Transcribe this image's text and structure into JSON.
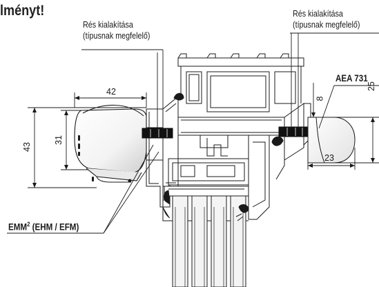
{
  "header": {
    "title": "lményt!"
  },
  "labels": {
    "gap_left_line1": "Rés kialakítása",
    "gap_left_line2": "(típusnak megfelelő)",
    "gap_right_line1": "Rés kialakítása",
    "gap_right_line2": "(típusnak megfelelő)",
    "aea": "AEA 731",
    "emm_prefix": "EMM",
    "emm_sup": "2",
    "emm_suffix": " (EHM / EFM)"
  },
  "dimensions": {
    "width_left": "42",
    "height_outer": "43",
    "height_inner": "31",
    "aea_small": "8",
    "aea_height": "25",
    "aea_width": "23"
  },
  "colors": {
    "line": "#1a1a1a",
    "seal": "#111111",
    "glass": "#f2f2f2"
  }
}
